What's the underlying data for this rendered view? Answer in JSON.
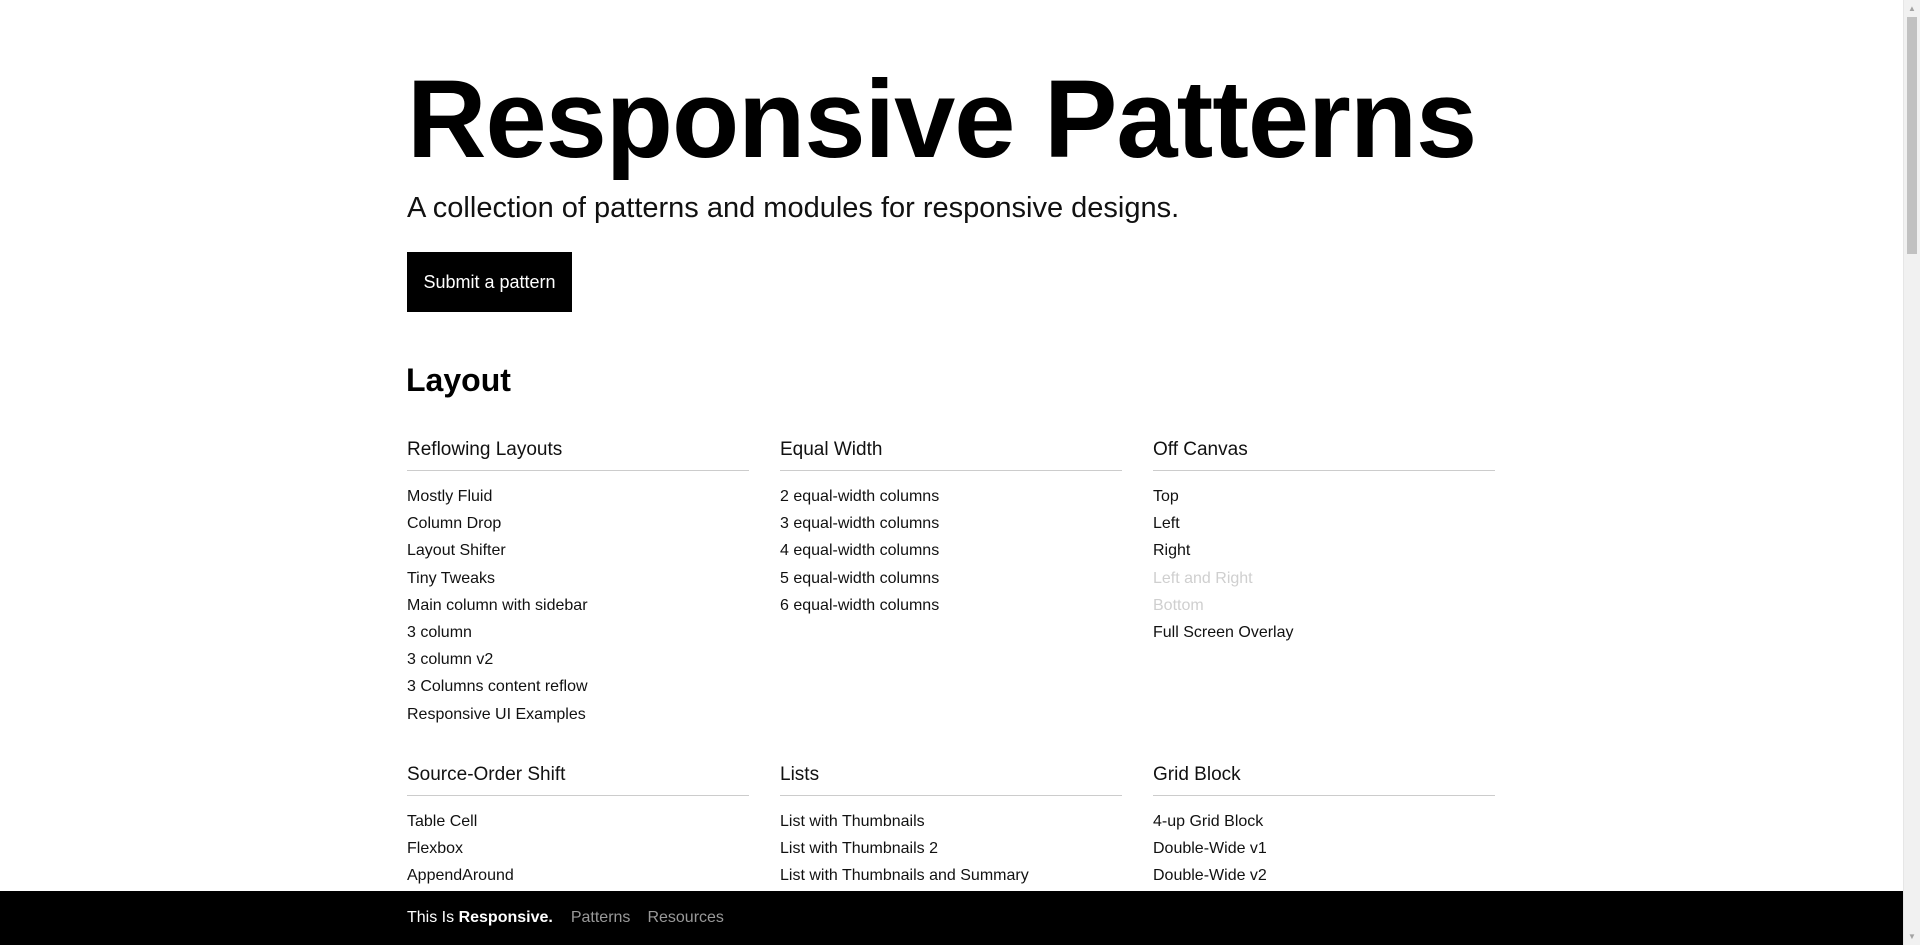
{
  "header": {
    "title": "Responsive Patterns",
    "tagline": "A collection of patterns and modules for responsive designs.",
    "submit_label": "Submit a pattern"
  },
  "layout_section": {
    "title": "Layout",
    "groups": [
      {
        "title": "Reflowing Layouts",
        "items": [
          {
            "label": "Mostly Fluid",
            "muted": false
          },
          {
            "label": "Column Drop",
            "muted": false
          },
          {
            "label": "Layout Shifter",
            "muted": false
          },
          {
            "label": "Tiny Tweaks",
            "muted": false
          },
          {
            "label": "Main column with sidebar",
            "muted": false
          },
          {
            "label": "3 column",
            "muted": false
          },
          {
            "label": "3 column v2",
            "muted": false
          },
          {
            "label": "3 Columns content reflow",
            "muted": false
          },
          {
            "label": "Responsive UI Examples",
            "muted": false
          }
        ]
      },
      {
        "title": "Equal Width",
        "items": [
          {
            "label": "2 equal-width columns",
            "muted": false
          },
          {
            "label": "3 equal-width columns",
            "muted": false
          },
          {
            "label": "4 equal-width columns",
            "muted": false
          },
          {
            "label": "5 equal-width columns",
            "muted": false
          },
          {
            "label": "6 equal-width columns",
            "muted": false
          }
        ]
      },
      {
        "title": "Off Canvas",
        "items": [
          {
            "label": "Top",
            "muted": false
          },
          {
            "label": "Left",
            "muted": false
          },
          {
            "label": "Right",
            "muted": false
          },
          {
            "label": "Left and Right",
            "muted": true
          },
          {
            "label": "Bottom",
            "muted": true
          },
          {
            "label": "Full Screen Overlay",
            "muted": false
          }
        ]
      },
      {
        "title": "Source-Order Shift",
        "items": [
          {
            "label": "Table Cell",
            "muted": false
          },
          {
            "label": "Flexbox",
            "muted": false
          },
          {
            "label": "AppendAround",
            "muted": false
          }
        ]
      },
      {
        "title": "Lists",
        "items": [
          {
            "label": "List with Thumbnails",
            "muted": false
          },
          {
            "label": "List with Thumbnails 2",
            "muted": false
          },
          {
            "label": "List with Thumbnails and Summary",
            "muted": false
          }
        ]
      },
      {
        "title": "Grid Block",
        "items": [
          {
            "label": "4-up Grid Block",
            "muted": false
          },
          {
            "label": "Double-Wide v1",
            "muted": false
          },
          {
            "label": "Double-Wide v2",
            "muted": false
          }
        ]
      }
    ]
  },
  "footer": {
    "brand_prefix": "This Is",
    "brand_strong": "Responsive.",
    "links": [
      "Patterns",
      "Resources"
    ]
  },
  "colors": {
    "background": "#ffffff",
    "text": "#111111",
    "button_bg": "#000000",
    "footer_bg": "#000000",
    "footer_link": "#999999",
    "muted_link": "#cfcfcf",
    "divider": "#cccccc"
  }
}
